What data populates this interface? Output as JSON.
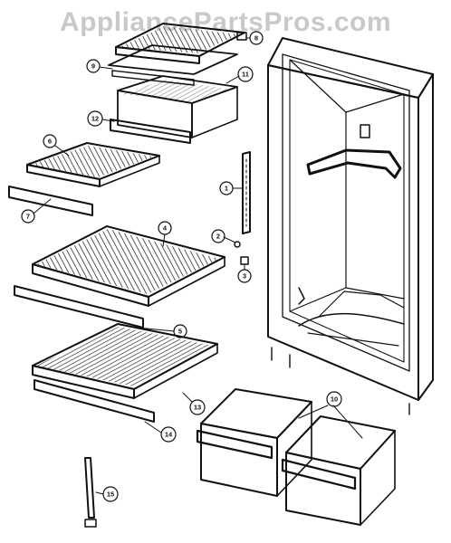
{
  "watermark": "AppliancePartsPros.com",
  "diagram": {
    "callouts": [
      "1",
      "2",
      "3",
      "4",
      "5",
      "6",
      "7",
      "8",
      "9",
      "10",
      "11",
      "12",
      "13",
      "14",
      "15"
    ]
  }
}
